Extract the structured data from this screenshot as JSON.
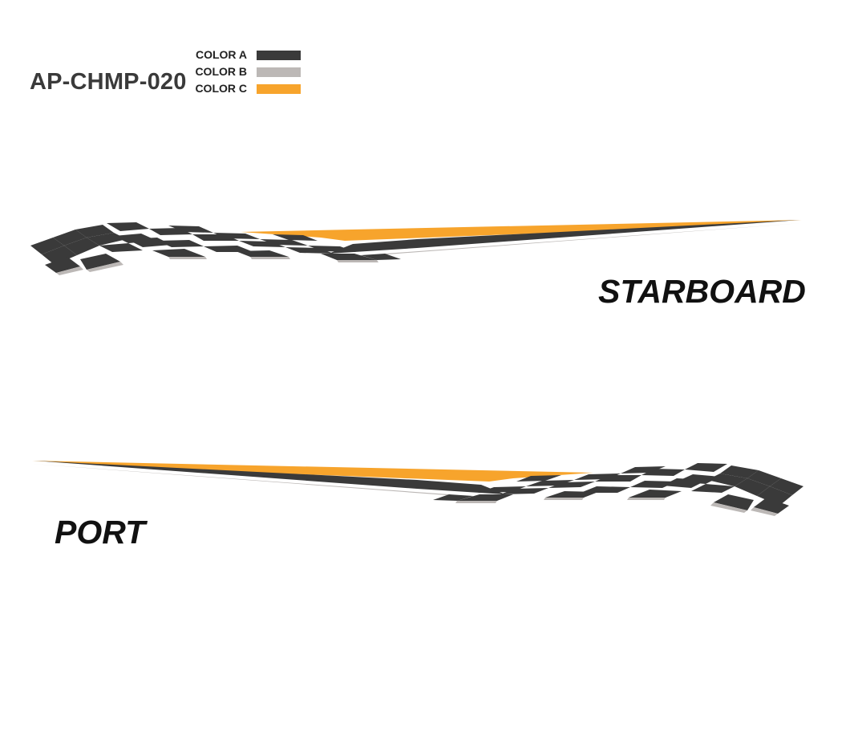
{
  "product_code": "AP-CHMP-020",
  "legend": [
    {
      "label": "COLOR A",
      "color": "#3a3a3a"
    },
    {
      "label": "COLOR B",
      "color": "#bcb8b6"
    },
    {
      "label": "COLOR C",
      "color": "#f7a42c"
    }
  ],
  "labels": {
    "starboard": "STARBOARD",
    "port": "PORT"
  }
}
